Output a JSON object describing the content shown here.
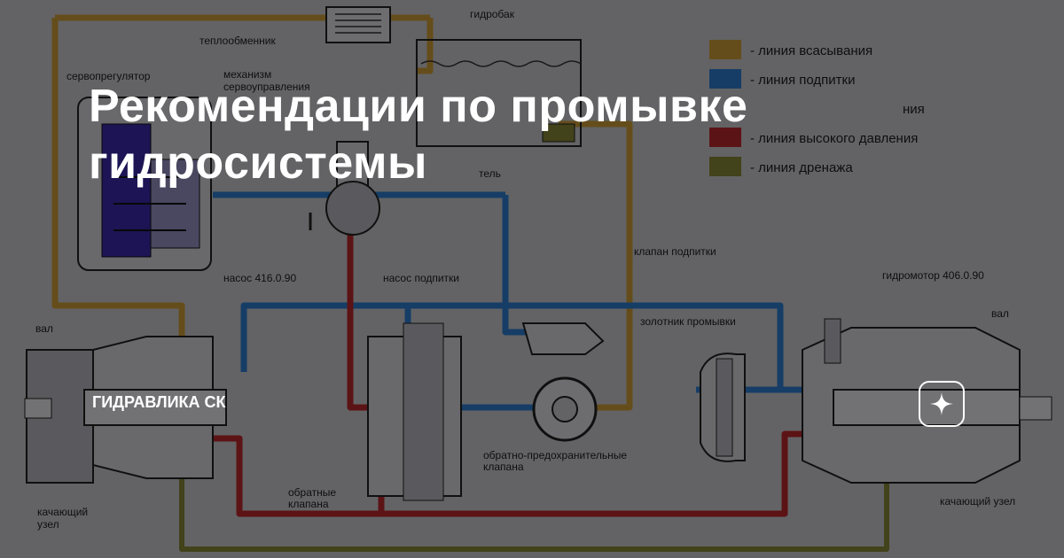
{
  "title": "Рекомендации по промывке гидросистемы",
  "brand": "ГИДРАВЛИКА СК",
  "badge_icon": "sparkle-icon",
  "colors": {
    "suction": "#d4a23a",
    "feed": "#2f7fd6",
    "high_pressure": "#c0282d",
    "drain": "#8a8a3a",
    "paper": "#cfcfd4",
    "overlay_text": "#ffffff"
  },
  "legend": {
    "suction": "- линия всасывания",
    "feed": "- линия подпитки",
    "hidden": "ния",
    "high_pressure": "- линия высокого давления",
    "drain": "- линия дренажа"
  },
  "labels": {
    "heat_exchanger": "теплообменник",
    "tank": "гидробак",
    "servo_regulator": "сервопрегулятор",
    "mechanism_1": "механизм",
    "mechanism_2": "сервоуправления",
    "filter": "тель",
    "pump_main": "насос 416.0.90",
    "pump_feed": "насос подпитки",
    "feed_valve": "клапан  подпитки",
    "motor": "гидромотор 406.0.90",
    "shaft_left": "вал",
    "shaft_right": "вал",
    "flush_spool": "золотник промывки",
    "check_relief_1": "обратно-предохранительные",
    "check_relief_2": "клапана",
    "check_valves_1": "обратные",
    "check_valves_2": "клапана",
    "swing_left_1": "качающий",
    "swing_left_2": "узел",
    "swing_right": "качающий узел"
  }
}
